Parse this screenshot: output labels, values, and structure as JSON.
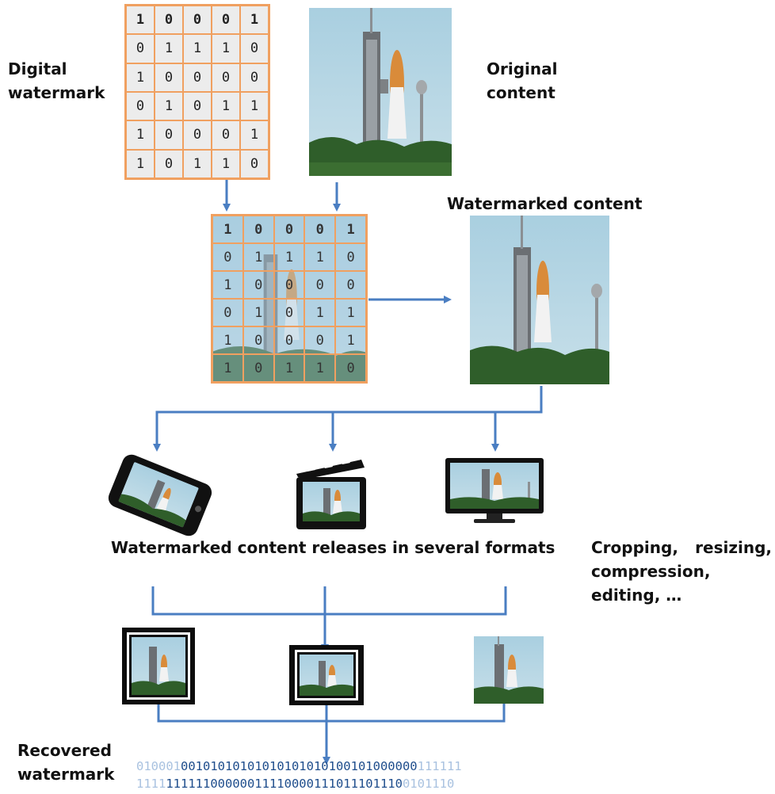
{
  "labels": {
    "digital_watermark": [
      "Digital",
      "watermark"
    ],
    "original_content": [
      "Original",
      "content"
    ],
    "watermarked_content": "Watermarked content",
    "releases": "Watermarked content releases in several formats",
    "attacks": [
      "Cropping,",
      "resizing,",
      "compression,",
      "editing, …"
    ],
    "recovered_watermark": [
      "Recovered",
      "watermark"
    ]
  },
  "watermark_matrix": [
    [
      "1",
      "0",
      "0",
      "0",
      "1"
    ],
    [
      "0",
      "1",
      "1",
      "1",
      "0"
    ],
    [
      "1",
      "0",
      "0",
      "0",
      "0"
    ],
    [
      "0",
      "1",
      "0",
      "1",
      "1"
    ],
    [
      "1",
      "0",
      "0",
      "0",
      "1"
    ],
    [
      "1",
      "0",
      "1",
      "1",
      "0"
    ]
  ],
  "recovered_bits": {
    "line1": {
      "pre": "010001",
      "main": "00101010101010101010100101000000",
      "post": "111111"
    },
    "line2": {
      "pre": "1111",
      "main": "11111100000011110000111011101110",
      "post": "0101110"
    }
  },
  "colors": {
    "arrow": "#4a7ec2",
    "grid_border": "#f0a060",
    "bits_strong": "#1e4d8c",
    "bits_faded": "#a9c2e0"
  },
  "icons": [
    "smartphone-icon",
    "clapperboard-icon",
    "television-icon"
  ]
}
